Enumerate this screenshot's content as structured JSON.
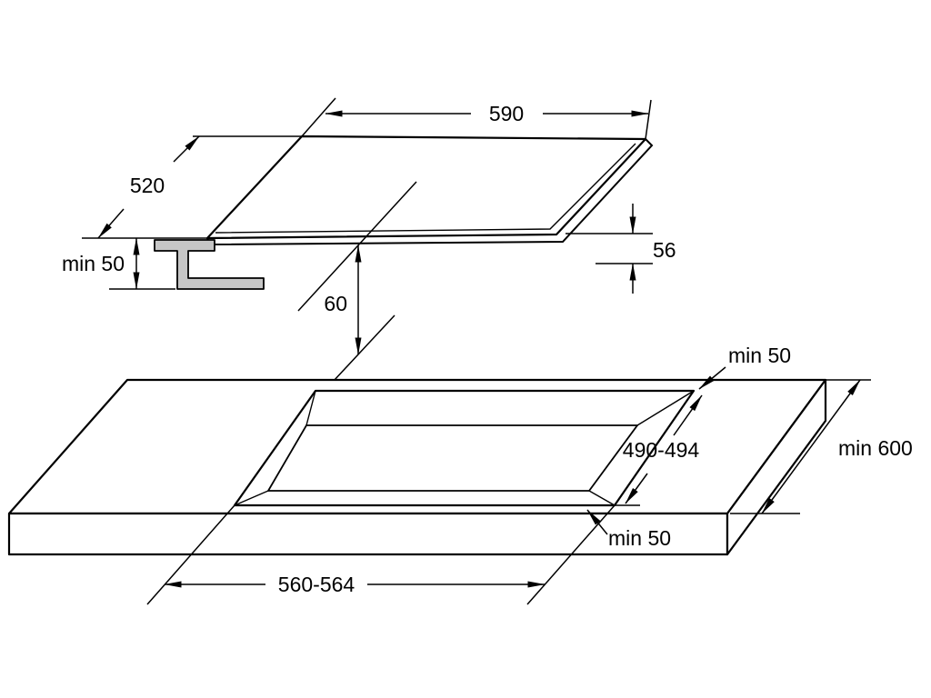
{
  "colors": {
    "line": "#000000",
    "bracket_fill": "#c6c6c6",
    "background": "#ffffff"
  },
  "hob_view": {
    "width_label": "590",
    "depth_label": "520",
    "side_clearance_label": "min 50",
    "height_label": "56",
    "under_clearance_label": "60"
  },
  "worktop_view": {
    "rear_clearance_label": "min 50",
    "cutout_depth_label": "490-494",
    "min_depth_label": "min 600",
    "front_clearance_label": "min 50",
    "cutout_width_label": "560-564"
  }
}
